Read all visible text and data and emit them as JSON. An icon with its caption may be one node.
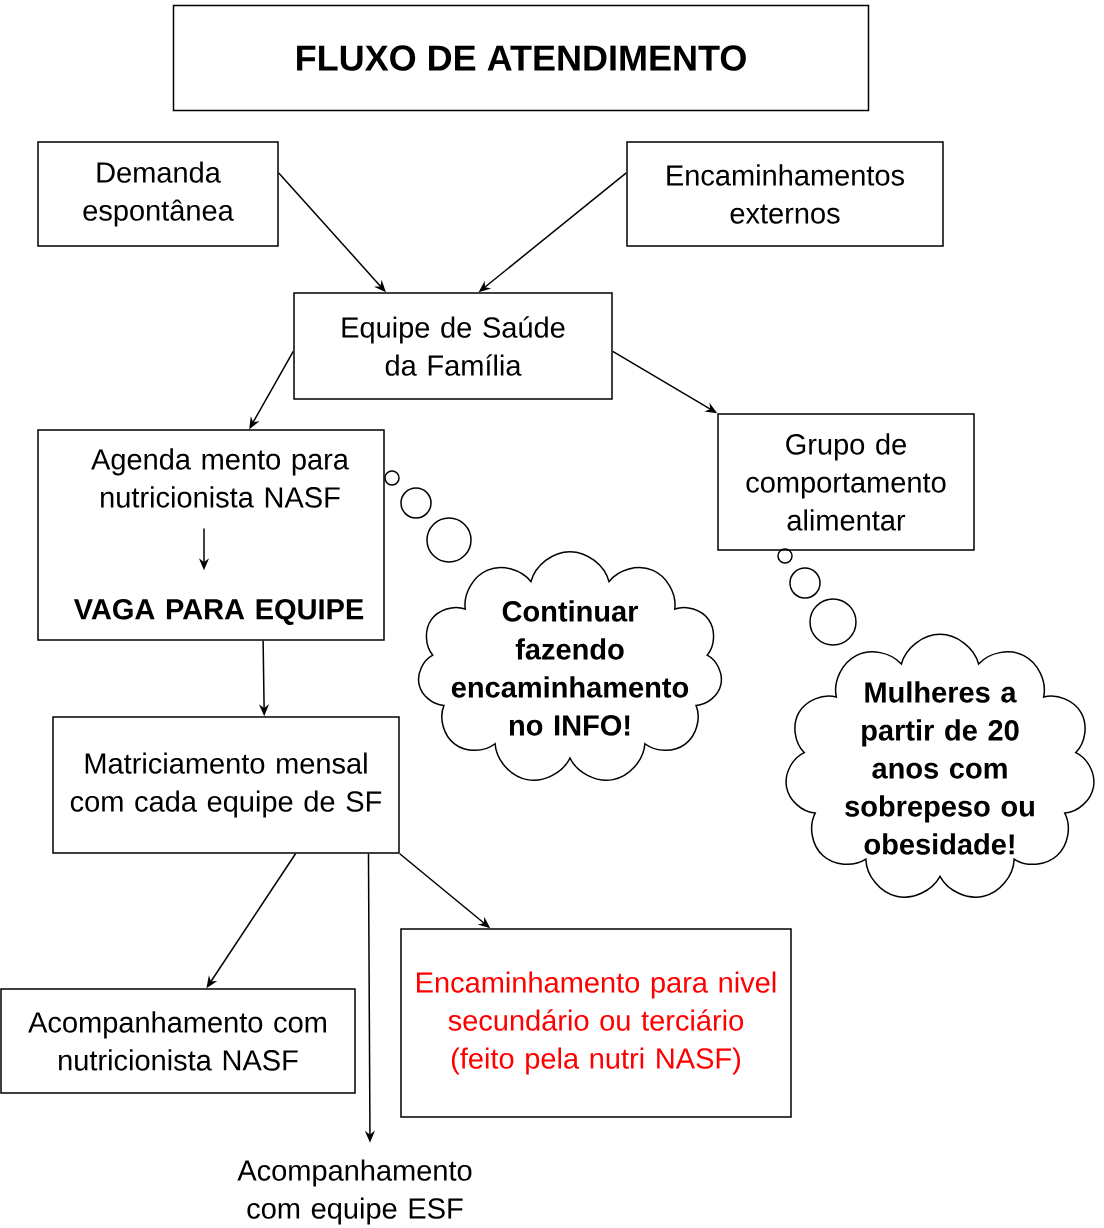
{
  "diagram": {
    "title": "FLUXO DE ATENDIMENTO",
    "nodes": [
      {
        "text": [
          "Demanda espontânea"
        ]
      },
      {
        "text": [
          "Encaminhamentos externos"
        ]
      },
      {
        "text": [
          "Equipe de Saúde da Família"
        ]
      },
      {
        "text": [],
        "shape": "box"
      },
      {
        "text": [
          "Agenda mento para nutricionista NASF"
        ],
        "in": 3
      },
      {
        "text": [
          "VAGA PARA EQUIPE"
        ],
        "in": 3
      },
      {
        "text": [
          "Grupo de comportamento alimentar"
        ]
      },
      {
        "text": [
          "Continuar fazendo encaminhamento no INFO!"
        ]
      },
      {
        "text": [
          "Mulheres a partir de 20 anos com sobrepeso ou obesidade!"
        ]
      },
      {
        "text": [
          "Matriciamento mensal com cada equipe de SF"
        ]
      },
      {
        "text": [
          "Acompanhamento com nutricionista NASF"
        ]
      },
      {
        "text": [
          "Encaminhamento para nivel secundário ou terciário (feito pela nutri NASF)"
        ]
      },
      {
        "text": [
          "Acompanhamento com equipe ESF"
        ]
      }
    ],
    "edges": [
      {
        "from": 0,
        "to": 2,
        "arrow": "to"
      },
      {
        "from": 1,
        "to": 2,
        "arrow": "to"
      },
      {
        "from": 2,
        "to": 3,
        "arrow": "to"
      },
      {
        "from": 2,
        "to": 6,
        "arrow": "to"
      },
      {
        "from": 4,
        "to": 5,
        "arrow": "to"
      },
      {
        "from": 3,
        "to": 9,
        "arrow": "to"
      },
      {
        "from": 9,
        "to": 10,
        "arrow": "to"
      },
      {
        "from": 9,
        "to": 12,
        "arrow": "to"
      },
      {
        "from": 9,
        "to": 11,
        "arrow": "to"
      }
    ]
  }
}
